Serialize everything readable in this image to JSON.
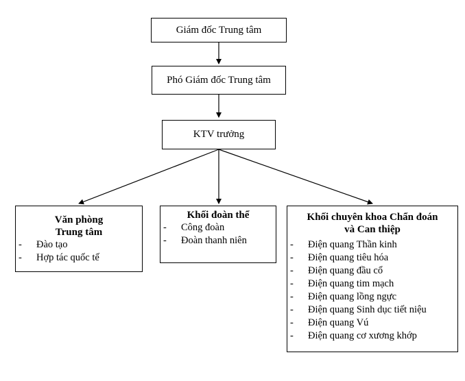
{
  "nodes": {
    "director": "Giám đốc Trung tâm",
    "deputy": "Phó Giám đốc Trung tâm",
    "chief_technician": "KTV trưởng"
  },
  "groups": {
    "office": {
      "title_line1": "Văn phòng",
      "title_line2": "Trung tâm",
      "items": [
        "Đào tạo",
        "Hợp tác quốc tế"
      ]
    },
    "unions": {
      "title": "Khối đoàn thể",
      "items": [
        "Công đoàn",
        "Đoàn thanh niên"
      ]
    },
    "specialties": {
      "title_line1": "Khối chuyên khoa Chẩn đoán",
      "title_line2": "và Can thiệp",
      "items": [
        "Điện quang Thần kinh",
        "Điện quang tiêu hóa",
        "Điện quang đầu cổ",
        "Điện quang tim mạch",
        "Điện quang lồng ngực",
        "Điện quang Sinh dục tiết niệu",
        "Điện quang Vú",
        "Điện quang cơ xương khớp"
      ]
    }
  },
  "bullet": "-"
}
